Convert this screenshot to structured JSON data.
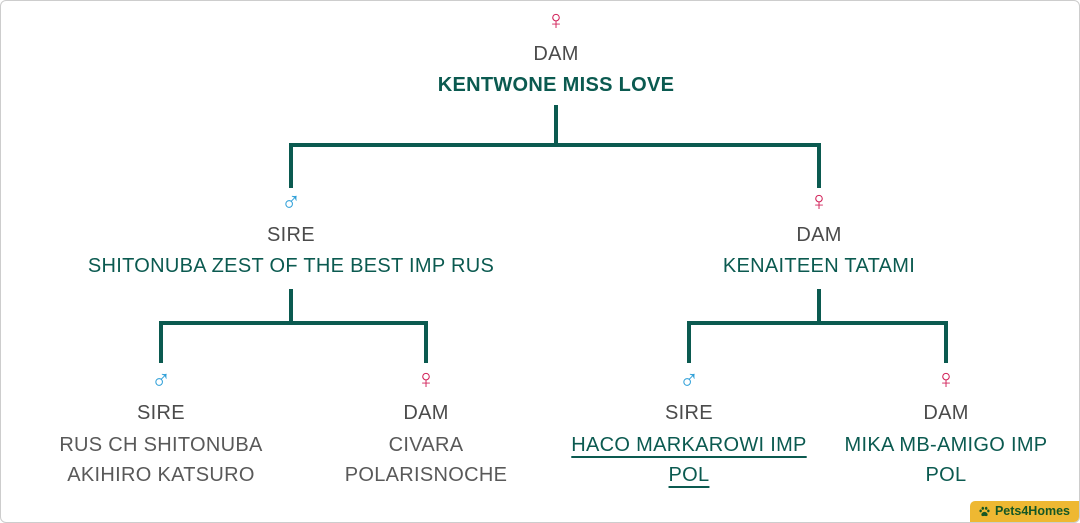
{
  "colors": {
    "connector_line": "#0b5a50",
    "teal_text": "#0b5a50",
    "male_symbol": "#2e9fd8",
    "female_symbol": "#d2265c",
    "relation_label_gray": "#4b4b4b",
    "muted_name_gray": "#595959",
    "watermark_background": "#eeb832",
    "watermark_text": "#155724"
  },
  "tree": {
    "root": {
      "symbol": "♀",
      "gender": "female",
      "relation": "DAM",
      "name": "KENTWONE MISS LOVE"
    },
    "parents": [
      {
        "symbol": "♂",
        "gender": "male",
        "relation": "SIRE",
        "name": "SHITONUBA ZEST OF THE BEST IMP RUS"
      },
      {
        "symbol": "♀",
        "gender": "female",
        "relation": "DAM",
        "name": "KENAITEEN TATAMI"
      }
    ],
    "grandparents": [
      {
        "symbol": "♂",
        "gender": "male",
        "relation": "SIRE",
        "name_line1": "RUS CH SHITONUBA",
        "name_line2": "AKIHIRO KATSURO",
        "link": false
      },
      {
        "symbol": "♀",
        "gender": "female",
        "relation": "DAM",
        "name_line1": "CIVARA",
        "name_line2": "POLARISNOCHE",
        "link": false
      },
      {
        "symbol": "♂",
        "gender": "male",
        "relation": "SIRE",
        "name_line1": "HACO MARKAROWI IMP",
        "name_line2": "POL",
        "link": true
      },
      {
        "symbol": "♀",
        "gender": "female",
        "relation": "DAM",
        "name_line1": "MIKA MB-AMIGO IMP",
        "name_line2": "POL",
        "link": false
      }
    ]
  },
  "watermark": {
    "brand": "Pets4Homes"
  }
}
